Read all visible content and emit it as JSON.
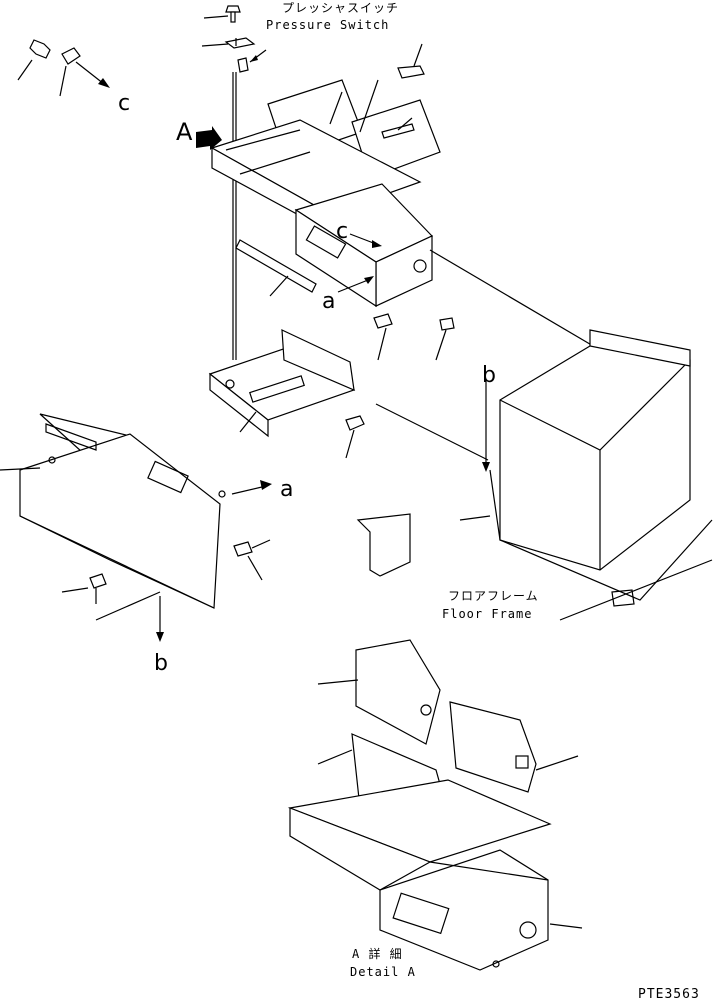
{
  "labels": {
    "pressure_switch_ja": "プレッシャスイッチ",
    "pressure_switch_en": "Pressure Switch",
    "floor_frame_ja": "フロアフレーム",
    "floor_frame_en": "Floor Frame",
    "detail_ja": "A 詳 細",
    "detail_en": "Detail A",
    "drawing_code": "PTE3563"
  },
  "callouts": {
    "view_a": "A",
    "ref_a": "a",
    "ref_b": "b",
    "ref_c": "c"
  },
  "colors": {
    "line": "#000000",
    "background": "#ffffff"
  }
}
